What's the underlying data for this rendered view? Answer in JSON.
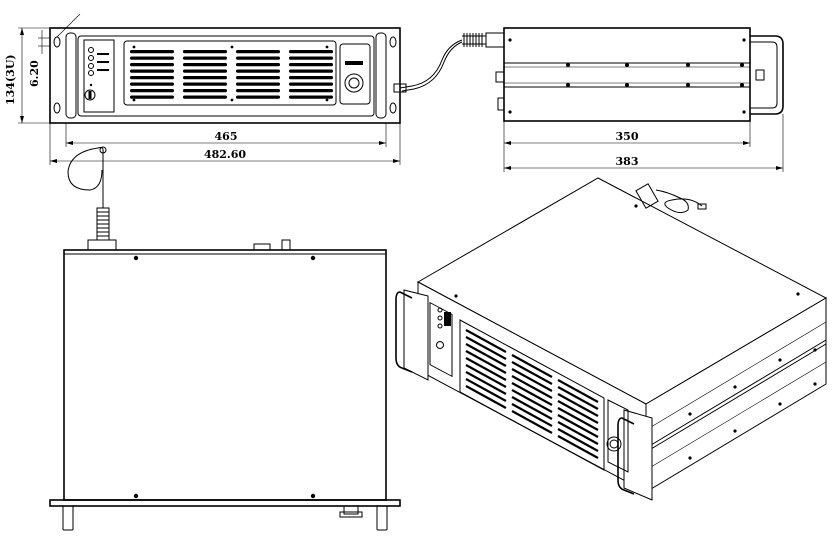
{
  "dimensions": {
    "front_height": "134(3U)",
    "front_offset": "6.20",
    "front_inner_width": "465",
    "front_outer_width": "482.60",
    "side_depth": "350",
    "side_total_depth": "383"
  }
}
